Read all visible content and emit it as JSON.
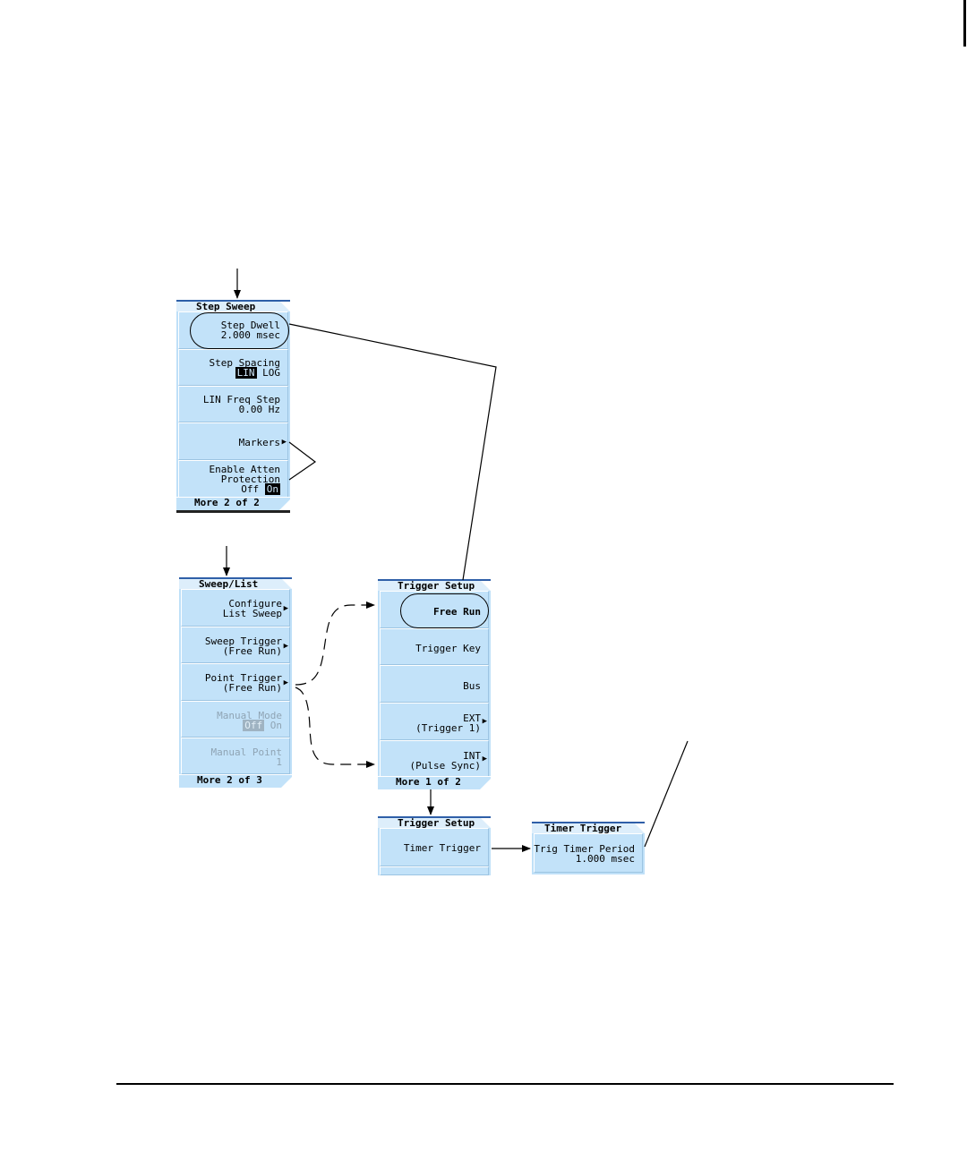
{
  "step_sweep": {
    "title": "Step Sweep",
    "step_dwell": {
      "line1": "Step Dwell",
      "line2": "2.000 msec"
    },
    "step_spacing": {
      "line1": "Step Spacing",
      "opt_lin": "LIN",
      "opt_log": "LOG"
    },
    "lin_freq_step": {
      "line1": "LIN Freq Step",
      "line2": "0.00 Hz"
    },
    "markers": "Markers",
    "atten": {
      "line1": "Enable Atten",
      "line2": "Protection",
      "opt_off": "Off",
      "opt_on": "On"
    },
    "more": "More 2 of 2"
  },
  "sweep_list": {
    "title": "Sweep/List",
    "configure": {
      "line1": "Configure",
      "line2": "List Sweep"
    },
    "sweep_trigger": {
      "line1": "Sweep Trigger",
      "line2": "(Free Run)"
    },
    "point_trigger": {
      "line1": "Point Trigger",
      "line2": "(Free Run)"
    },
    "manual_mode": {
      "line1": "Manual Mode",
      "opt_off": "Off",
      "opt_on": "On"
    },
    "manual_point": {
      "line1": "Manual Point",
      "line2": "1"
    },
    "more": "More 2 of 3"
  },
  "trigger_setup": {
    "title": "Trigger Setup",
    "free_run": "Free Run",
    "trigger_key": "Trigger Key",
    "bus": "Bus",
    "ext": {
      "line1": "EXT",
      "line2": "(Trigger 1)"
    },
    "int": {
      "line1": "INT",
      "line2": "(Pulse Sync)"
    },
    "more": "More 1 of 2"
  },
  "trigger_setup_2": {
    "title": "Trigger Setup",
    "timer_trigger": "Timer Trigger"
  },
  "timer_trigger": {
    "title": "Timer Trigger",
    "period": {
      "line1": "Trig Timer Period",
      "line2": "1.000 msec"
    }
  }
}
